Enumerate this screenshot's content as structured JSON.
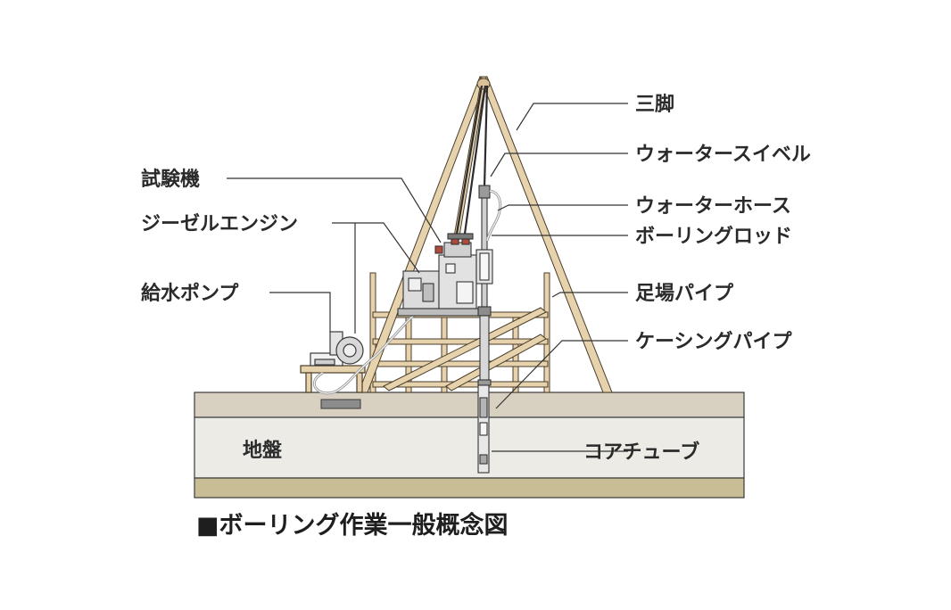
{
  "labels": {
    "sankyaku": "三脚",
    "water_swivel": "ウォータースイベル",
    "water_hose": "ウォーターホース",
    "boring_rod": "ボーリングロッド",
    "scaffold_pipe": "足場パイプ",
    "casing_pipe": "ケーシングパイプ",
    "core_tube": "コアチューブ",
    "testing_machine": "試験機",
    "diesel_engine": "ジーゼルエンジン",
    "feed_pump": "給水ポンプ",
    "ground": "地盤"
  },
  "caption": "■ボーリング作業一般概念図",
  "colors": {
    "wood": "#e6d2ad",
    "wood_outline": "#4a3c28",
    "ground_top": "#d8d0c0",
    "ground_mid": "#ecebe6",
    "ground_bottom": "#c9bd96",
    "text": "#2a2a2a"
  }
}
